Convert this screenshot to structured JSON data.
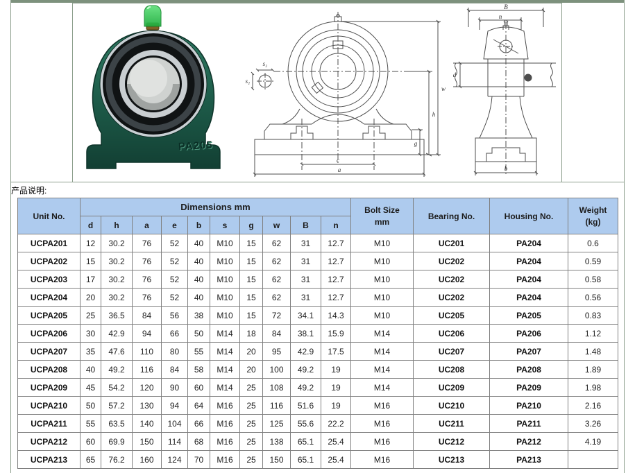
{
  "page": {
    "section_label": "产品说明:"
  },
  "product_photo": {
    "embossed_label": "PA205"
  },
  "drawings": {
    "front_view": {
      "dim_s2": "s₂",
      "dim_s1": "s₁",
      "dim_w": "w",
      "dim_h": "h",
      "dim_g": "g",
      "dim_c": "c",
      "dim_a": "a"
    },
    "side_view": {
      "dim_B": "B",
      "dim_n": "n",
      "dim_d": "d",
      "dim_b": "b"
    }
  },
  "table": {
    "header": {
      "unit_no": "Unit No.",
      "dimensions_group": "Dimensions mm",
      "dimension_cols": [
        "d",
        "h",
        "a",
        "e",
        "b",
        "s",
        "g",
        "w",
        "B",
        "n"
      ],
      "bolt_size_line1": "Bolt Size",
      "bolt_size_line2": "mm",
      "bearing_no": "Bearing No.",
      "housing_no": "Housing No.",
      "weight_line1": "Weight",
      "weight_line2": "(kg)"
    },
    "rows": [
      {
        "unit": "UCPA201",
        "d": "12",
        "h": "30.2",
        "a": "76",
        "e": "52",
        "b": "40",
        "s": "M10",
        "g": "15",
        "w": "62",
        "B": "31",
        "n": "12.7",
        "bolt": "M10",
        "bearing": "UC201",
        "housing": "PA204",
        "weight": "0.6"
      },
      {
        "unit": "UCPA202",
        "d": "15",
        "h": "30.2",
        "a": "76",
        "e": "52",
        "b": "40",
        "s": "M10",
        "g": "15",
        "w": "62",
        "B": "31",
        "n": "12.7",
        "bolt": "M10",
        "bearing": "UC202",
        "housing": "PA204",
        "weight": "0.59"
      },
      {
        "unit": "UCPA203",
        "d": "17",
        "h": "30.2",
        "a": "76",
        "e": "52",
        "b": "40",
        "s": "M10",
        "g": "15",
        "w": "62",
        "B": "31",
        "n": "12.7",
        "bolt": "M10",
        "bearing": "UC202",
        "housing": "PA204",
        "weight": "0.58"
      },
      {
        "unit": "UCPA204",
        "d": "20",
        "h": "30.2",
        "a": "76",
        "e": "52",
        "b": "40",
        "s": "M10",
        "g": "15",
        "w": "62",
        "B": "31",
        "n": "12.7",
        "bolt": "M10",
        "bearing": "UC202",
        "housing": "PA204",
        "weight": "0.56"
      },
      {
        "unit": "UCPA205",
        "d": "25",
        "h": "36.5",
        "a": "84",
        "e": "56",
        "b": "38",
        "s": "M10",
        "g": "15",
        "w": "72",
        "B": "34.1",
        "n": "14.3",
        "bolt": "M10",
        "bearing": "UC205",
        "housing": "PA205",
        "weight": "0.83"
      },
      {
        "unit": "UCPA206",
        "d": "30",
        "h": "42.9",
        "a": "94",
        "e": "66",
        "b": "50",
        "s": "M14",
        "g": "18",
        "w": "84",
        "B": "38.1",
        "n": "15.9",
        "bolt": "M14",
        "bearing": "UC206",
        "housing": "PA206",
        "weight": "1.12"
      },
      {
        "unit": "UCPA207",
        "d": "35",
        "h": "47.6",
        "a": "110",
        "e": "80",
        "b": "55",
        "s": "M14",
        "g": "20",
        "w": "95",
        "B": "42.9",
        "n": "17.5",
        "bolt": "M14",
        "bearing": "UC207",
        "housing": "PA207",
        "weight": "1.48"
      },
      {
        "unit": "UCPA208",
        "d": "40",
        "h": "49.2",
        "a": "116",
        "e": "84",
        "b": "58",
        "s": "M14",
        "g": "20",
        "w": "100",
        "B": "49.2",
        "n": "19",
        "bolt": "M14",
        "bearing": "UC208",
        "housing": "PA208",
        "weight": "1.89"
      },
      {
        "unit": "UCPA209",
        "d": "45",
        "h": "54.2",
        "a": "120",
        "e": "90",
        "b": "60",
        "s": "M14",
        "g": "25",
        "w": "108",
        "B": "49.2",
        "n": "19",
        "bolt": "M14",
        "bearing": "UC209",
        "housing": "PA209",
        "weight": "1.98"
      },
      {
        "unit": "UCPA210",
        "d": "50",
        "h": "57.2",
        "a": "130",
        "e": "94",
        "b": "64",
        "s": "M16",
        "g": "25",
        "w": "116",
        "B": "51.6",
        "n": "19",
        "bolt": "M16",
        "bearing": "UC210",
        "housing": "PA210",
        "weight": "2.16"
      },
      {
        "unit": "UCPA211",
        "d": "55",
        "h": "63.5",
        "a": "140",
        "e": "104",
        "b": "66",
        "s": "M16",
        "g": "25",
        "w": "125",
        "B": "55.6",
        "n": "22.2",
        "bolt": "M16",
        "bearing": "UC211",
        "housing": "PA211",
        "weight": "3.26"
      },
      {
        "unit": "UCPA212",
        "d": "60",
        "h": "69.9",
        "a": "150",
        "e": "114",
        "b": "68",
        "s": "M16",
        "g": "25",
        "w": "138",
        "B": "65.1",
        "n": "25.4",
        "bolt": "M16",
        "bearing": "UC212",
        "housing": "PA212",
        "weight": "4.19"
      },
      {
        "unit": "UCPA213",
        "d": "65",
        "h": "76.2",
        "a": "160",
        "e": "124",
        "b": "70",
        "s": "M16",
        "g": "25",
        "w": "150",
        "B": "65.1",
        "n": "25.4",
        "bolt": "M16",
        "bearing": "UC213",
        "housing": "PA213",
        "weight": ""
      }
    ]
  },
  "colors": {
    "header_bg": "#aecbee",
    "table_border": "#7f7f7f",
    "page_border": "#8c9e8c",
    "housing_green": "#1f5f4c"
  }
}
